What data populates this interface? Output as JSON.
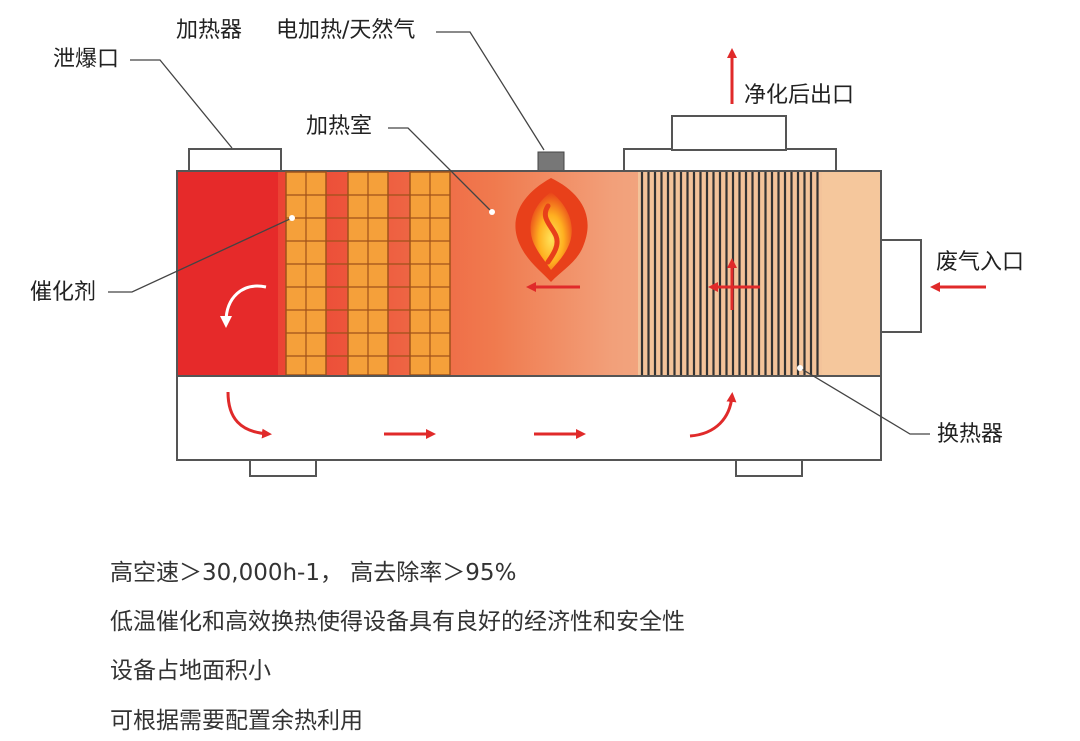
{
  "labels": {
    "heater": "加热器",
    "power_source": "电加热/天然气",
    "vent": "泄爆口",
    "heating_chamber": "加热室",
    "clean_outlet": "净化后出口",
    "catalyst": "催化剂",
    "exhaust_inlet": "废气入口",
    "heat_exchanger": "换热器"
  },
  "features": [
    "高空速＞30,000h-1，  高去除率＞95%",
    "低温催化和高效换热使得设备具有良好的经济性和安全性",
    "设备占地面积小",
    "可根据需要配置余热利用"
  ],
  "colors": {
    "flow_arrow": "#e02a2a",
    "catalyst_zone": "#e8322a",
    "catalyst_block": "#f5a23a",
    "heater_zone": "#f07a4e",
    "heat_exchanger_fill": "#f3c39a",
    "outline": "#555555"
  }
}
